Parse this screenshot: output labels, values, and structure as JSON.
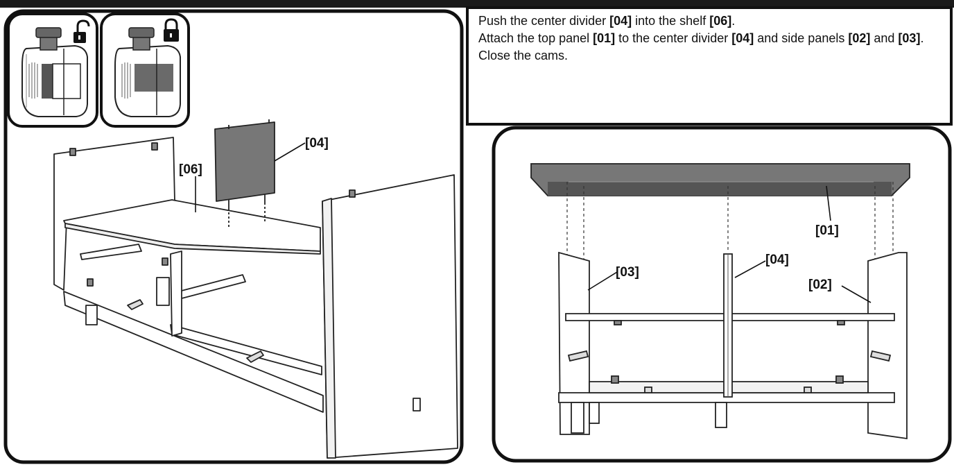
{
  "instructions": {
    "line1": {
      "a": "Push the center divider ",
      "b": "[04]",
      "c": " into the shelf ",
      "d": "[06]",
      "e": "."
    },
    "line2": {
      "a": "Attach the top panel ",
      "b": "[01]",
      "c": " to the center divider ",
      "d": "[04]",
      "e": " and side panels ",
      "f": "[02]",
      "g": " and ",
      "h": "[03]",
      "i": "."
    },
    "line3": "Close the cams."
  },
  "labels": {
    "left_divider": "[04]",
    "left_shelf": "[06]",
    "right_top_panel": "[01]",
    "right_divider": "[04]",
    "right_side_left": "[03]",
    "right_side_right": "[02]"
  },
  "icons": {
    "cam_open": "unlocked-padlock-icon",
    "cam_closed": "locked-padlock-icon"
  }
}
